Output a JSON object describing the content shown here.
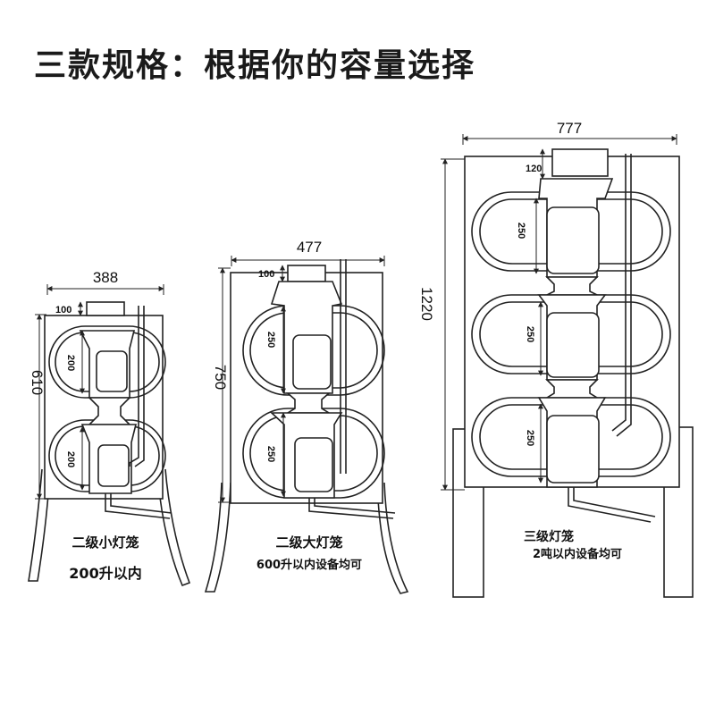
{
  "title": "三款规格：根据你的容量选择",
  "models": [
    {
      "name": "二级小灯笼",
      "capacity": "200升以内",
      "width": "388",
      "height": "610",
      "neck": "100",
      "chambers": [
        "200",
        "200"
      ]
    },
    {
      "name": "二级大灯笼",
      "capacity": "600升以内设备均可",
      "width": "477",
      "height": "750",
      "neck": "100",
      "chambers": [
        "250",
        "250"
      ]
    },
    {
      "name": "三级灯笼",
      "capacity": "2吨以内设备均可",
      "width": "777",
      "height": "1220",
      "neck": "120",
      "chambers": [
        "250",
        "250",
        "250"
      ]
    }
  ]
}
